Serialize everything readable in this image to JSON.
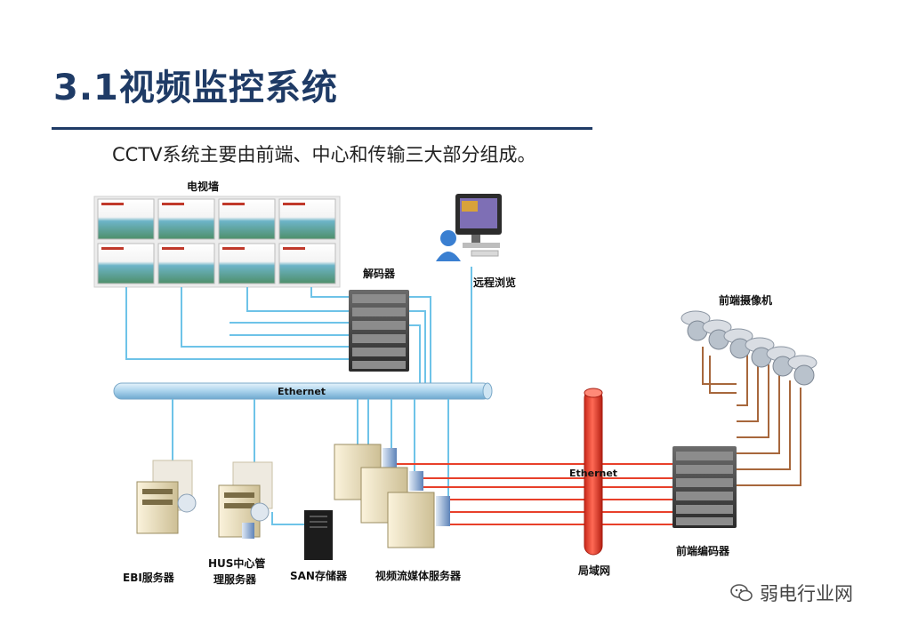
{
  "title": "3.1视频监控系统",
  "subtitle": "CCTV系统主要由前端、中心和传输三大部分组成。",
  "diagram": {
    "video_wall_label": "电视墙",
    "decoder_label": "解码器",
    "remote_label": "远程浏览",
    "camera_label": "前端摄像机",
    "ethernet_label": "Ethernet",
    "lan_ethernet_label": "Ethernet",
    "ebi_label": "EBI服务器",
    "hus_label_line1": "HUS中心管",
    "hus_label_line2": "理服务器",
    "san_label": "SAN存储器",
    "stream_label": "视频流媒体服务器",
    "lan_label": "局域网",
    "encoder_label": "前端编码器"
  },
  "watermark": "弱电行业网",
  "colors": {
    "title": "#1f3b66",
    "blue_link": "#6ec3e8",
    "red_link": "#e8402a",
    "brown_link": "#a7673c"
  }
}
